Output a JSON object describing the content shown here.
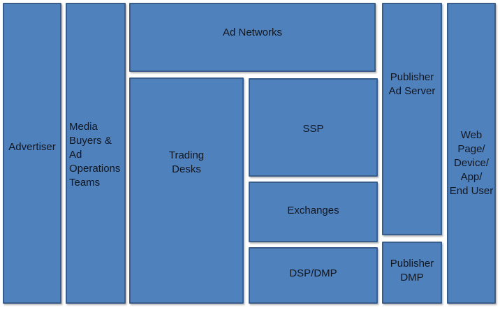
{
  "diagram": {
    "colors": {
      "background": "#FFFFFF",
      "box_fill": "#4F81BD",
      "box_border": "#385D8A",
      "text": "#12161E"
    },
    "boxes": {
      "advertiser": {
        "label": "Advertiser"
      },
      "media_buyers": {
        "label": "Media\nBuyers &\nAd\nOperations\nTeams"
      },
      "ad_networks": {
        "label": "Ad Networks"
      },
      "trading_desks": {
        "label": "Trading\nDesks"
      },
      "ssp": {
        "label": "SSP"
      },
      "exchanges": {
        "label": "Exchanges"
      },
      "dsp_dmp": {
        "label": "DSP/DMP"
      },
      "publisher_ad_server": {
        "label": "Publisher\nAd Server"
      },
      "publisher_dmp": {
        "label": "Publisher\nDMP"
      },
      "web_page": {
        "label": "Web\nPage/\nDevice/\nApp/\nEnd User"
      }
    }
  }
}
